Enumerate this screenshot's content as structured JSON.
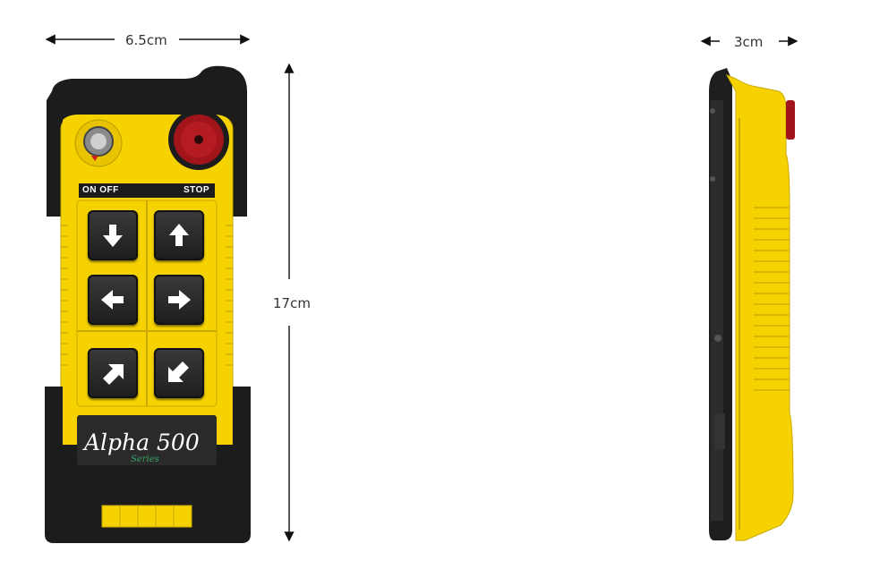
{
  "dimensions": {
    "width_label": "6.5cm",
    "height_label": "17cm",
    "depth_label": "3cm"
  },
  "remote": {
    "switch_label": "ON OFF",
    "stop_label": "STOP",
    "brand": "Alpha 500",
    "series": "Series",
    "buttons": [
      {
        "icon": "arrow-down-icon"
      },
      {
        "icon": "arrow-up-icon"
      },
      {
        "icon": "arrow-left-icon"
      },
      {
        "icon": "arrow-right-icon"
      },
      {
        "icon": "arrow-up-right-icon"
      },
      {
        "icon": "arrow-down-left-icon"
      }
    ],
    "colors": {
      "body": "#f5d200",
      "frame": "#1c1c1c",
      "stop_button": "#a0141a",
      "series_text": "#3aa36a"
    }
  }
}
